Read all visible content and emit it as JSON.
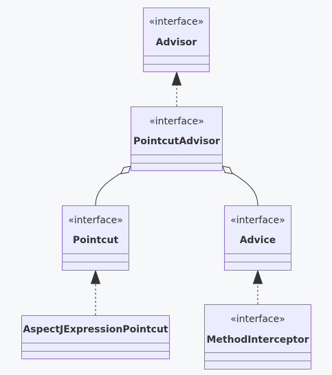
{
  "diagram": {
    "stereotype": "«interface»",
    "classes": {
      "advisor": {
        "name": "Advisor",
        "interface": true
      },
      "pointcut_advisor": {
        "name": "PointcutAdvisor",
        "interface": true
      },
      "pointcut": {
        "name": "Pointcut",
        "interface": true
      },
      "advice": {
        "name": "Advice",
        "interface": true
      },
      "aspectj_expression_pointcut": {
        "name": "AspectJExpressionPointcut",
        "interface": false
      },
      "method_interceptor": {
        "name": "MethodInterceptor",
        "interface": true
      }
    },
    "relations": [
      {
        "from": "pointcut_advisor",
        "to": "advisor",
        "type": "realization"
      },
      {
        "from": "pointcut_advisor",
        "to": "pointcut",
        "type": "aggregation"
      },
      {
        "from": "pointcut_advisor",
        "to": "advice",
        "type": "aggregation"
      },
      {
        "from": "aspectj_expression_pointcut",
        "to": "pointcut",
        "type": "realization"
      },
      {
        "from": "method_interceptor",
        "to": "advice",
        "type": "realization"
      }
    ],
    "colors": {
      "background": "#f7f8fa",
      "box_fill": "#ececff",
      "box_border": "#9370db",
      "text": "#333333",
      "line": "#333333"
    }
  }
}
